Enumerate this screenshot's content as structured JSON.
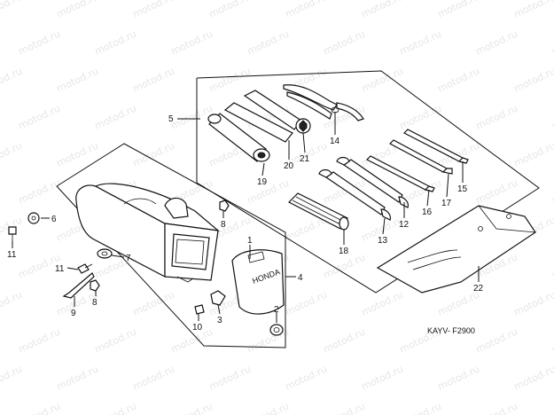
{
  "watermark": "motod.ru",
  "drawing_code": "KAYV- F2900",
  "callouts": [
    {
      "id": "c1",
      "text": "1"
    },
    {
      "id": "c2",
      "text": "2"
    },
    {
      "id": "c3",
      "text": "3"
    },
    {
      "id": "c4",
      "text": "4"
    },
    {
      "id": "c5",
      "text": "5"
    },
    {
      "id": "c6",
      "text": "6"
    },
    {
      "id": "c7",
      "text": "7"
    },
    {
      "id": "c8a",
      "text": "8"
    },
    {
      "id": "c8b",
      "text": "8"
    },
    {
      "id": "c9",
      "text": "9"
    },
    {
      "id": "c10",
      "text": "10"
    },
    {
      "id": "c11a",
      "text": "11"
    },
    {
      "id": "c11b",
      "text": "11"
    },
    {
      "id": "c12",
      "text": "12"
    },
    {
      "id": "c13",
      "text": "13"
    },
    {
      "id": "c14",
      "text": "14"
    },
    {
      "id": "c15",
      "text": "15"
    },
    {
      "id": "c16",
      "text": "16"
    },
    {
      "id": "c17",
      "text": "17"
    },
    {
      "id": "c18",
      "text": "18"
    },
    {
      "id": "c19",
      "text": "19"
    },
    {
      "id": "c20",
      "text": "20"
    },
    {
      "id": "c21",
      "text": "21"
    },
    {
      "id": "c22",
      "text": "22"
    }
  ]
}
